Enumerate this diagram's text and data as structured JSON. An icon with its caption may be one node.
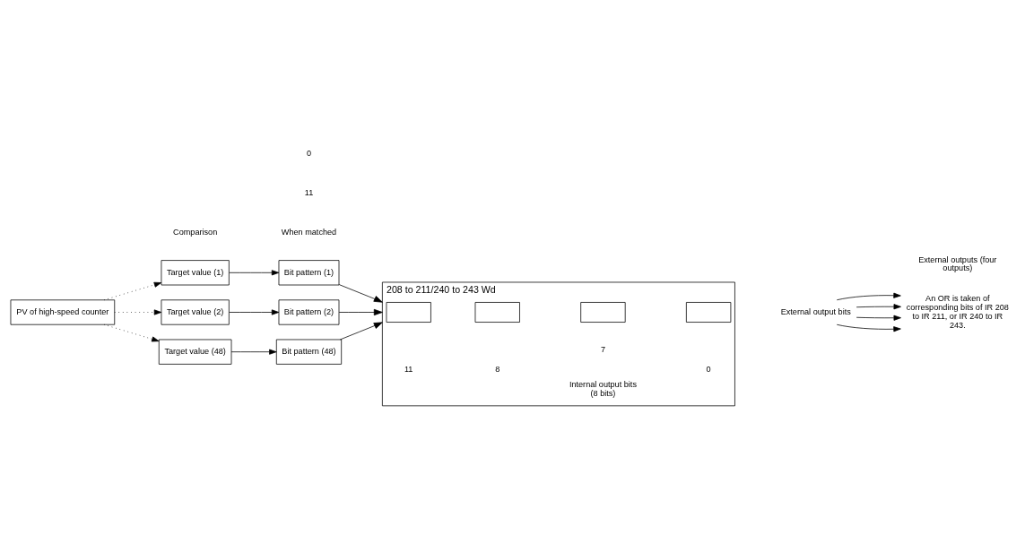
{
  "diagram": {
    "nodes": [
      {
        "text": [
          "PV of high-speed counter"
        ]
      },
      {
        "text": [
          "Target value (1)"
        ]
      },
      {
        "text": [
          "Target value (2)"
        ]
      },
      {
        "text": [
          "Target value (48)"
        ]
      },
      {
        "text": [
          "Bit pattern (1)"
        ]
      },
      {
        "text": [
          "Bit pattern (2)"
        ]
      },
      {
        "text": [
          "Bit pattern (48)"
        ]
      },
      {
        "text": [
          "208 to 211/240 to 243 Wd"
        ]
      },
      {
        "text": [],
        "shape": "box",
        "in": 7
      },
      {
        "text": [],
        "shape": "box",
        "in": 7
      },
      {
        "text": [],
        "shape": "box",
        "in": 7
      },
      {
        "text": [],
        "shape": "box",
        "in": 7
      },
      {
        "text": [
          "External output bits"
        ]
      },
      {
        "text": [
          "An OR is taken of corresponding bits of IR 208 to IR 211, or IR 240 to IR 243."
        ]
      }
    ],
    "edges": [
      {
        "from": 0,
        "to": 1,
        "arrow": "to",
        "style": "dashed"
      },
      {
        "from": 0,
        "to": 2,
        "arrow": "to",
        "style": "dashed"
      },
      {
        "from": 0,
        "to": 3,
        "arrow": "to",
        "style": "dashed"
      },
      {
        "from": 1,
        "to": 4,
        "arrow": "to"
      },
      {
        "from": 2,
        "to": 5,
        "arrow": "to"
      },
      {
        "from": 3,
        "to": 6,
        "arrow": "to"
      },
      {
        "from": 4,
        "to": 7,
        "arrow": "to"
      },
      {
        "from": 5,
        "to": 7,
        "arrow": "to"
      },
      {
        "from": 6,
        "to": 7,
        "arrow": "to"
      },
      {
        "from": 12,
        "to": 13,
        "arrow": "to"
      },
      {
        "from": 12,
        "to": 13,
        "arrow": "to"
      },
      {
        "from": 12,
        "to": 13,
        "arrow": "to"
      },
      {
        "from": 12,
        "to": 13,
        "arrow": "to"
      }
    ],
    "labels": [
      "When matched",
      "Comparison",
      "11",
      "0",
      "11",
      "8",
      "7",
      "0",
      "Internal output bits (8 bits)",
      "External outputs (four outputs)"
    ]
  }
}
